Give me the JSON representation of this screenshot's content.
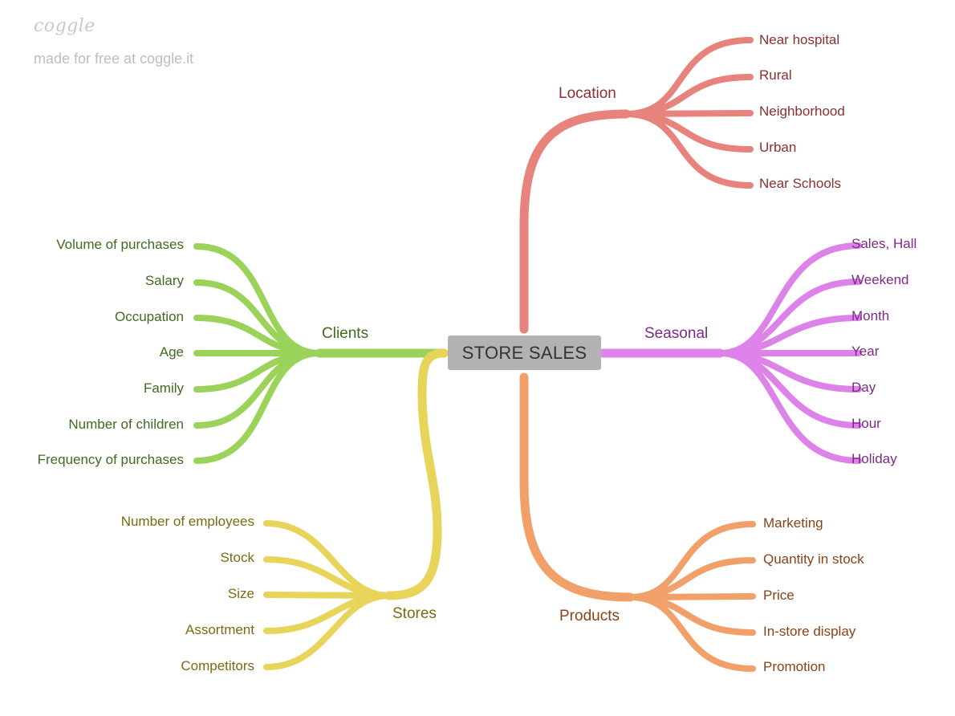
{
  "branding": {
    "logo": "coggle",
    "tagline": "made for free at coggle.it"
  },
  "central": {
    "label": "STORE SALES"
  },
  "colors": {
    "location": "#e8827c",
    "seasonal": "#dc82e8",
    "clients": "#9bd35a",
    "stores": "#e8d45a",
    "products": "#f1a06a"
  },
  "branches": {
    "location": {
      "label": "Location",
      "children": [
        "Near hospital",
        "Rural",
        "Neighborhood",
        "Urban",
        "Near Schools"
      ]
    },
    "seasonal": {
      "label": "Seasonal",
      "children": [
        "Sales, Hall",
        "Weekend",
        "Month",
        "Year",
        "Day",
        "Hour",
        "Holiday"
      ]
    },
    "clients": {
      "label": "Clients",
      "children": [
        "Volume of purchases",
        "Salary",
        "Occupation",
        "Age",
        "Family",
        "Number of children",
        "Frequency of purchases"
      ]
    },
    "stores": {
      "label": "Stores",
      "children": [
        "Number of employees",
        "Stock",
        "Size",
        "Assortment",
        "Competitors"
      ]
    },
    "products": {
      "label": "Products",
      "children": [
        "Marketing",
        "Quantity in stock",
        "Price",
        "In-store display",
        "Promotion"
      ]
    }
  }
}
